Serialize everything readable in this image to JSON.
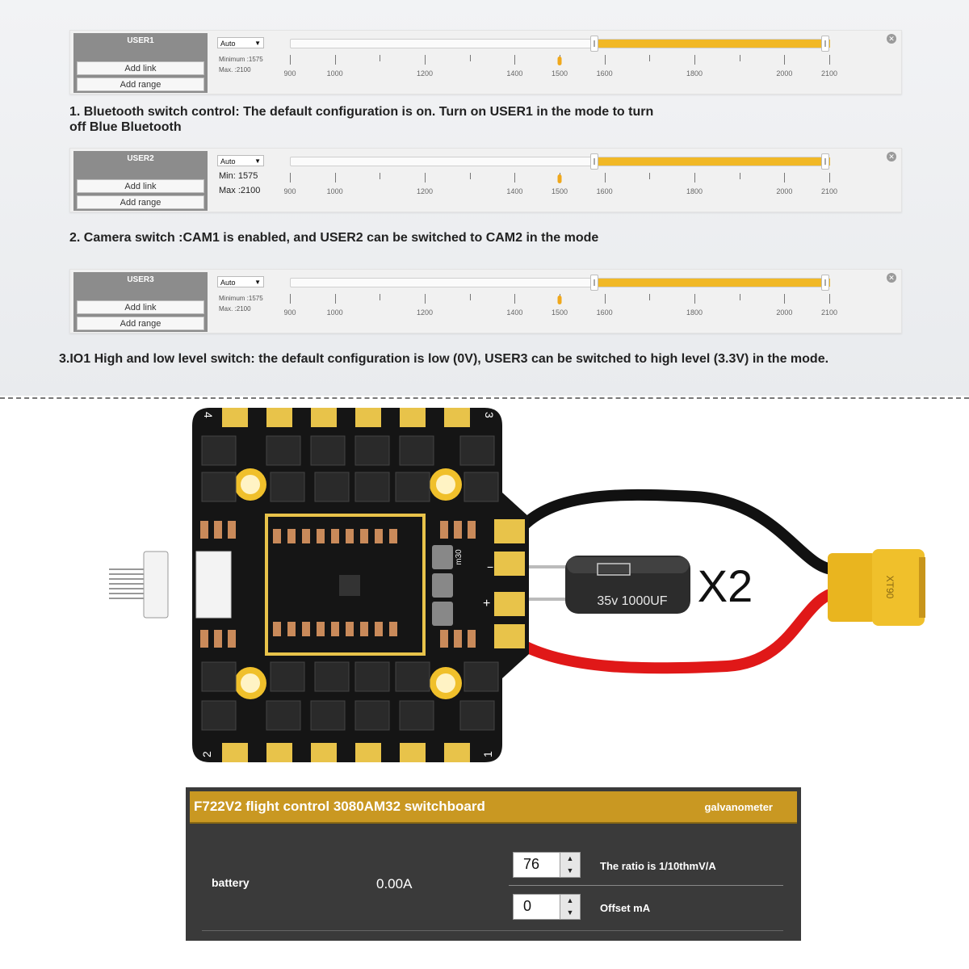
{
  "modes": [
    {
      "name": "USER1",
      "add_link": "Add link",
      "add_range": "Add range",
      "select": "Auto",
      "min_label": "Minimum :1575",
      "max_label": "Max. :2100",
      "range_min": 1575,
      "range_max": 2100,
      "current": 1500,
      "ticks": [
        "900",
        "1000",
        "1200",
        "1400",
        "1500",
        "1600",
        "1800",
        "2000",
        "2100"
      ]
    },
    {
      "name": "USER2",
      "add_link": "Add link",
      "add_range": "Add range",
      "select": "Auto",
      "min_label": "Min: 1575",
      "max_label": "Max :2100",
      "range_min": 1575,
      "range_max": 2100,
      "current": 1500,
      "ticks": [
        "900",
        "1000",
        "1200",
        "1400",
        "1500",
        "1600",
        "1800",
        "2000",
        "2100"
      ]
    },
    {
      "name": "USER3",
      "add_link": "Add link",
      "add_range": "Add range",
      "select": "Auto",
      "min_label": "Minimum :1575",
      "max_label": "Max. :2100",
      "range_min": 1575,
      "range_max": 2100,
      "current": 1500,
      "ticks": [
        "900",
        "1000",
        "1200",
        "1400",
        "1500",
        "1600",
        "1800",
        "2000",
        "2100"
      ]
    }
  ],
  "captions": {
    "c1_line1": "1. Bluetooth switch control: The default configuration is on. Turn on USER1 in the mode to turn",
    "c1_line2": "off Blue Bluetooth",
    "c2": "2. Camera switch :CAM1 is enabled, and USER2 can be switched to CAM2 in the mode",
    "c3": "3.IO1 High and low level switch: the default configuration is low (0V), USER3 can be switched to high level (3.3V) in the mode."
  },
  "board": {
    "corner_labels": [
      "4",
      "3",
      "2",
      "1"
    ],
    "capacitor_label": "35v 1000UF",
    "quantity": "X2",
    "connector_label": "XT90",
    "resistor_label": "m30",
    "polarity_minus": "−",
    "polarity_plus": "+",
    "colors": {
      "board": "#151515",
      "pad": "#e8c34a",
      "wire_neg": "#111111",
      "wire_pos": "#e01818",
      "connector": "#e9b51f"
    }
  },
  "galvanometer": {
    "title": "F722V2 flight control 3080AM32 switchboard",
    "right_label": "galvanometer",
    "battery_label": "battery",
    "battery_value": "0.00A",
    "ratio_value": "76",
    "ratio_label": "The ratio is 1/10thmV/A",
    "offset_value": "0",
    "offset_label": "Offset mA"
  }
}
